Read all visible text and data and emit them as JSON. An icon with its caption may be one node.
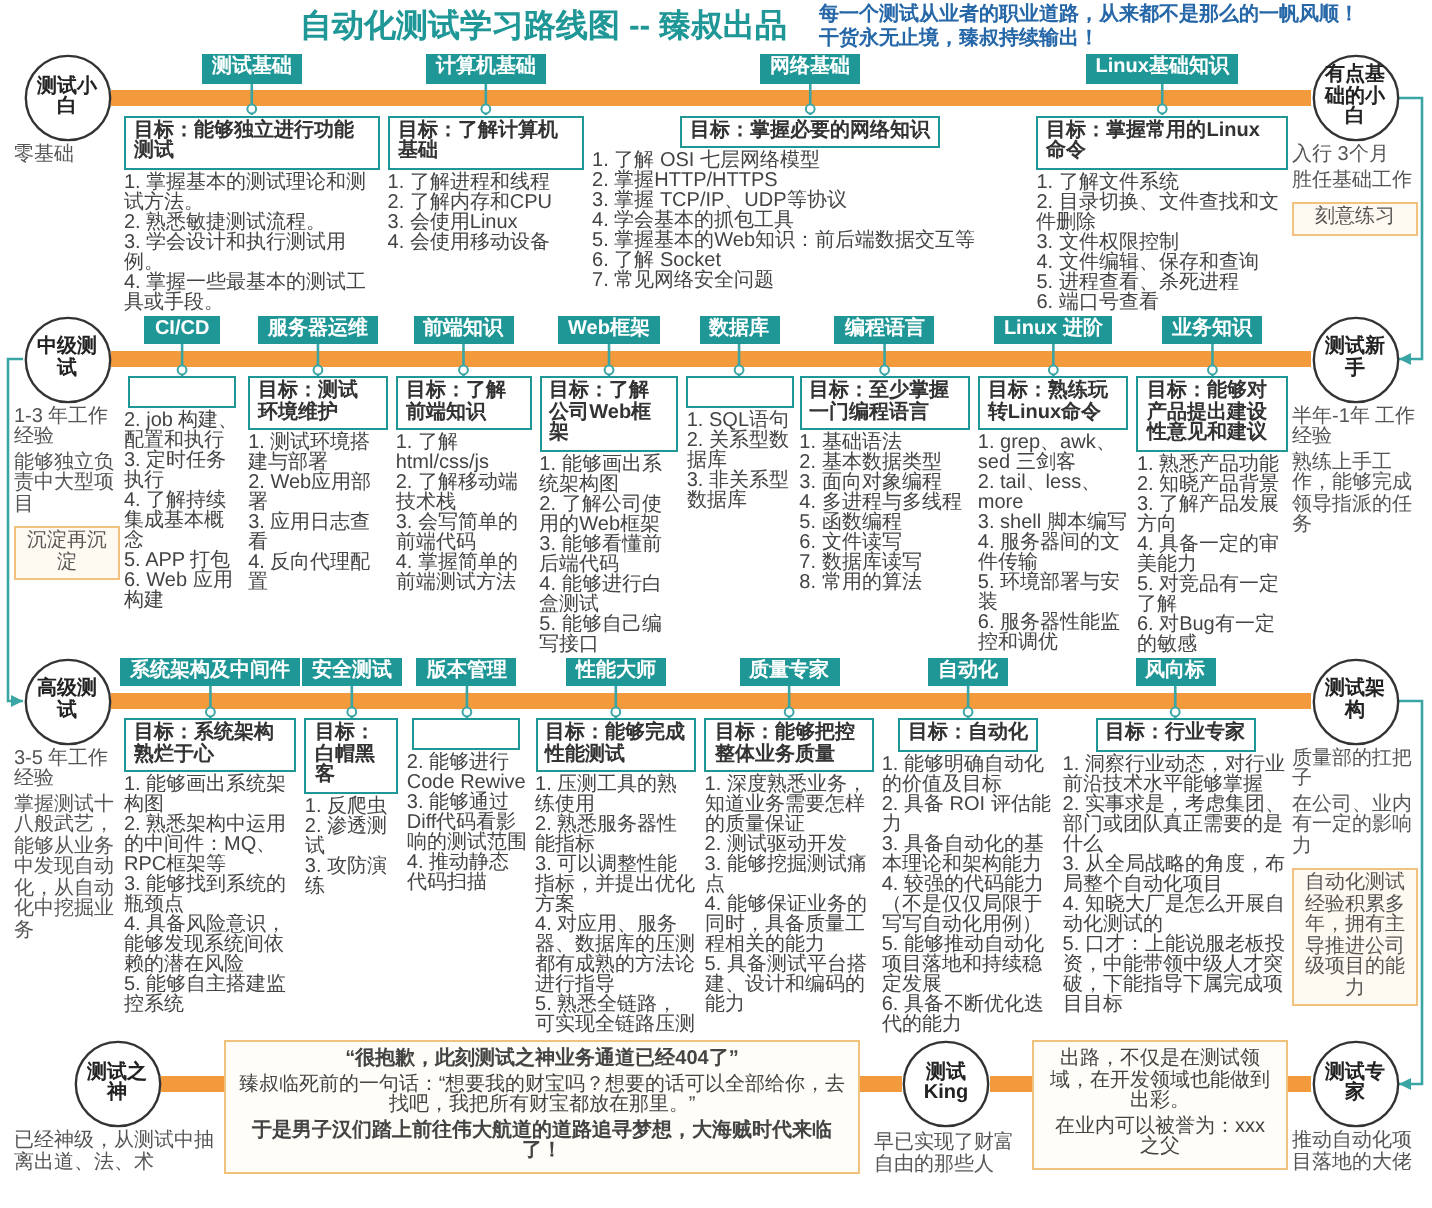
{
  "diagram": {
    "title": "自动化测试学习路线图 -- 臻叔出品",
    "nodes": [
      {
        "text": [
          "测试小白"
        ],
        "beside": [
          "零基础"
        ]
      },
      {
        "text": [
          "测试基础"
        ]
      },
      {
        "text": [
          "目标：能够独立进行功能测试"
        ],
        "beside": [
          "1. 掌握基本的测试理论和测试方法。",
          "2. 熟悉敏捷测试流程。",
          "3. 学会设计和执行测试用例。",
          "4. 掌握一些最基本的测试工具或手段。"
        ]
      },
      {
        "text": [
          "计算机基础"
        ]
      },
      {
        "text": [
          "目标：了解计算机基础"
        ],
        "beside": [
          "1. 了解进程和线程",
          "2. 了解内存和CPU",
          "3. 会使用Linux",
          "4. 会使用移动设备"
        ]
      },
      {
        "text": [
          "网络基础"
        ]
      },
      {
        "text": [
          "目标：掌握必要的网络知识"
        ],
        "beside": [
          "1. 了解 OSI 七层网络模型",
          "2. 掌握HTTP/HTTPS",
          "3. 掌握 TCP/IP、UDP等协议",
          "4. 学会基本的抓包工具",
          "5. 掌握基本的Web知识：前后端数据交互等",
          "6. 了解 Socket",
          "7. 常见网络安全问题"
        ]
      },
      {
        "text": [
          "Linux基础知识"
        ]
      },
      {
        "text": [
          "目标：掌握常用的Linux命令"
        ],
        "beside": [
          "1. 了解文件系统",
          "2. 目录切换、文件查找和文件删除",
          "3. 文件权限控制",
          "4. 文件编辑、保存和查询",
          "5. 进程查看、杀死进程",
          "6. 端口号查看"
        ]
      },
      {
        "text": [
          "有点基础的小白"
        ],
        "beside": [
          "入行 3个月",
          "胜任基础工作"
        ]
      },
      {
        "text": [
          "刻意练习"
        ]
      },
      {
        "text": [
          "中级测试"
        ],
        "beside": [
          "1-3 年工作经验",
          "能够独立负责中大型项目"
        ]
      },
      {
        "text": [
          "CI/CD"
        ]
      },
      {
        "text": [],
        "shape": "box",
        "beside": [
          "2. job 构建、配置和执行",
          "3. 定时任务执行",
          "4. 了解持续集成基本概念",
          "5. APP 打包",
          "6. Web 应用构建"
        ]
      },
      {
        "text": [
          "服务器运维"
        ]
      },
      {
        "text": [
          "目标：测试环境维护"
        ],
        "beside": [
          "1. 测试环境搭建与部署",
          "2. Web应用部署",
          "3. 应用日志查看",
          "4. 反向代理配置"
        ]
      },
      {
        "text": [
          "前端知识"
        ]
      },
      {
        "text": [
          "目标：了解前端知识"
        ],
        "beside": [
          "1. 了解html/css/js",
          "2. 了解移动端技术栈",
          "3. 会写简单的前端代码",
          "4. 掌握简单的前端测试方法"
        ]
      },
      {
        "text": [
          "Web框架"
        ]
      },
      {
        "text": [
          "目标：了解公司Web框架"
        ],
        "beside": [
          "1. 能够画出系统架构图",
          "2. 了解公司使用的Web框架",
          "3. 能够看懂前后端代码",
          "4. 能够进行白盒测试",
          "5. 能够自己编写接口"
        ]
      },
      {
        "text": [
          "数据库"
        ]
      },
      {
        "text": [],
        "shape": "box",
        "beside": [
          "1. SQL语句",
          "2. 关系型数据库",
          "3. 非关系型数据库"
        ]
      },
      {
        "text": [
          "编程语言"
        ]
      },
      {
        "text": [
          "目标：至少掌握一门编程语言"
        ],
        "beside": [
          "1. 基础语法",
          "2. 基本数据类型",
          "3. 面向对象编程",
          "4. 多进程与多线程",
          "5. 函数编程",
          "6. 文件读写",
          "7. 数据库读写",
          "8. 常用的算法"
        ]
      },
      {
        "text": [
          "Linux 进阶"
        ]
      },
      {
        "text": [
          "目标：熟练玩转Linux命令"
        ],
        "beside": [
          "1. grep、awk、sed 三剑客",
          "2. tail、less、more",
          "3. shell 脚本编写",
          "4. 服务器间的文件传输",
          "5. 环境部署与安装",
          "6. 服务器性能监控和调优"
        ]
      },
      {
        "text": [
          "业务知识"
        ]
      },
      {
        "text": [
          "目标：能够对产品提出建设性意见和建议"
        ],
        "beside": [
          "1. 熟悉产品功能",
          "2. 知晓产品背景",
          "3. 了解产品发展方向",
          "4. 具备一定的审美能力",
          "5. 对竞品有一定了解",
          "6. 对Bug有一定的敏感"
        ]
      },
      {
        "text": [
          "测试新手"
        ],
        "beside": [
          "半年-1年 工作经验",
          "熟练上手工作，能够完成领导指派的任务"
        ]
      },
      {
        "text": [
          "沉淀再沉淀"
        ]
      },
      {
        "text": [
          "高级测试"
        ],
        "beside": [
          "3-5 年工作经验",
          "掌握测试十八般武艺，能够从业务中发现自动化，从自动化中挖掘业务"
        ]
      },
      {
        "text": [
          "系统架构及中间件"
        ]
      },
      {
        "text": [
          "目标：系统架构熟烂于心"
        ],
        "beside": [
          "1. 能够画出系统架构图",
          "2. 熟悉架构中运用的中间件：MQ、RPC框架等",
          "3. 能够找到系统的瓶颈点",
          "4. 具备风险意识，能够发现系统间依赖的潜在风险",
          "5. 能够自主搭建监控系统"
        ]
      },
      {
        "text": [
          "安全测试"
        ]
      },
      {
        "text": [
          "目标：白帽黑客"
        ],
        "beside": [
          "1. 反爬虫",
          "2. 渗透测试",
          "3. 攻防演练"
        ]
      },
      {
        "text": [
          "版本管理"
        ]
      },
      {
        "text": [],
        "shape": "box",
        "beside": [
          "2. 能够进行Code Rewive",
          "3. 能够通过Diff代码看影响的测试范围",
          "4. 推动静态代码扫描"
        ]
      },
      {
        "text": [
          "性能大师"
        ]
      },
      {
        "text": [
          "目标：能够完成性能测试"
        ],
        "beside": [
          "1. 压测工具的熟练使用",
          "2. 熟悉服务器性能指标",
          "3. 可以调整性能指标，并提出优化方案",
          "4. 对应用、服务器、数据库的压测都有成熟的方法论进行指导",
          "5. 熟悉全链路，可实现全链路压测"
        ]
      },
      {
        "text": [
          "质量专家"
        ]
      },
      {
        "text": [
          "目标：能够把控整体业务质量"
        ],
        "beside": [
          "1. 深度熟悉业务，知道业务需要怎样的质量保证",
          "2. 测试驱动开发",
          "3. 能够挖掘测试痛点",
          "4. 能够保证业务的同时，具备质量工程相关的能力",
          "5. 具备测试平台搭建、设计和编码的能力"
        ]
      },
      {
        "text": [
          "自动化"
        ]
      },
      {
        "text": [
          "目标：自动化"
        ],
        "beside": [
          "1. 能够明确自动化的价值及目标",
          "2. 具备 ROI 评估能力",
          "3. 具备自动化的基本理论和架构能力",
          "4. 较强的代码能力（不是仅仅局限于写写自动化用例）",
          "5. 能够推动自动化项目落地和持续稳定发展",
          "6. 具备不断优化迭代的能力"
        ]
      },
      {
        "text": [
          "风向标"
        ]
      },
      {
        "text": [
          "目标：行业专家"
        ],
        "beside": [
          "1. 洞察行业动态，对行业前沿技术水平能够掌握",
          "2. 实事求是，考虑集团、部门或团队真正需要的是什么",
          "3. 从全局战略的角度，布局整个自动化项目",
          "4. 知晓大厂是怎么开展自动化测试的",
          "5. 口才：上能说服老板投资，中能带领中级人才突破，下能指导下属完成项目目标"
        ]
      },
      {
        "text": [
          "测试架构"
        ],
        "beside": [
          "质量部的扛把子",
          "在公司、业内有一定的影响力"
        ]
      },
      {
        "text": [
          "自动化测试经验积累多年，拥有主导推进公司级项目的能力"
        ]
      },
      {
        "text": [
          "测试之神"
        ],
        "beside": [
          "已经神级，从测试中抽离出道、法、术"
        ]
      },
      {
        "text": [
          "“很抱歉，此刻测试之神业务通道已经404了”",
          "臻叔临死前的一句话：“想要我的财宝吗？想要的话可以全部给你，去找吧，我把所有财宝都放在那里。”",
          "于是男子汉们踏上前往伟大航道的道路追寻梦想，大海贼时代来临了！"
        ]
      },
      {
        "text": [
          "测试King"
        ],
        "beside": [
          "早已实现了财富自由的那些人"
        ]
      },
      {
        "text": [
          "出路，不仅是在测试领域，在开发领域也能做到出彩。",
          "在业内可以被誉为：xxx之父"
        ]
      },
      {
        "text": [
          "测试专家"
        ],
        "beside": [
          "推动自动化项目落地的大佬"
        ]
      }
    ],
    "edges": [
      {
        "from": 0,
        "to": 9,
        "arrow": "none",
        "style": "thick",
        "color": "#f39a3c"
      },
      {
        "from": 1,
        "to": 2,
        "arrow": "other"
      },
      {
        "from": 3,
        "to": 4,
        "arrow": "other"
      },
      {
        "from": 5,
        "to": 6,
        "arrow": "other"
      },
      {
        "from": 7,
        "to": 8,
        "arrow": "other"
      },
      {
        "from": 9,
        "to": 28,
        "arrow": "to"
      },
      {
        "from": 11,
        "to": 28,
        "arrow": "none",
        "style": "thick",
        "color": "#f39a3c"
      },
      {
        "from": 12,
        "to": 13,
        "arrow": "other"
      },
      {
        "from": 14,
        "to": 15,
        "arrow": "other"
      },
      {
        "from": 16,
        "to": 17,
        "arrow": "other"
      },
      {
        "from": 18,
        "to": 19,
        "arrow": "other"
      },
      {
        "from": 20,
        "to": 21,
        "arrow": "other"
      },
      {
        "from": 22,
        "to": 23,
        "arrow": "other"
      },
      {
        "from": 24,
        "to": 25,
        "arrow": "other"
      },
      {
        "from": 26,
        "to": 27,
        "arrow": "other"
      },
      {
        "from": 11,
        "to": 30,
        "arrow": "to"
      },
      {
        "from": 30,
        "to": 45,
        "arrow": "none",
        "style": "thick",
        "color": "#f39a3c"
      },
      {
        "from": 31,
        "to": 32,
        "arrow": "other"
      },
      {
        "from": 33,
        "to": 34,
        "arrow": "other"
      },
      {
        "from": 35,
        "to": 36,
        "arrow": "other"
      },
      {
        "from": 37,
        "to": 38,
        "arrow": "other"
      },
      {
        "from": 39,
        "to": 40,
        "arrow": "other"
      },
      {
        "from": 41,
        "to": 42,
        "arrow": "other"
      },
      {
        "from": 43,
        "to": 44,
        "arrow": "other"
      },
      {
        "from": 45,
        "to": 51,
        "arrow": "to"
      },
      {
        "from": 47,
        "to": 48,
        "arrow": "none",
        "style": "thick",
        "color": "#f39a3c"
      },
      {
        "from": 48,
        "to": 49,
        "arrow": "none",
        "style": "thick",
        "color": "#f39a3c"
      },
      {
        "from": 49,
        "to": 50,
        "arrow": "none",
        "style": "thick",
        "color": "#f39a3c"
      },
      {
        "from": 50,
        "to": 51,
        "arrow": "none",
        "style": "thick",
        "color": "#f39a3c"
      }
    ],
    "labels": [
      "每一个测试从业者的职业道路，从来都不是那么的一帆风顺！",
      "干货永无止境，臻叔持续输出！"
    ]
  }
}
